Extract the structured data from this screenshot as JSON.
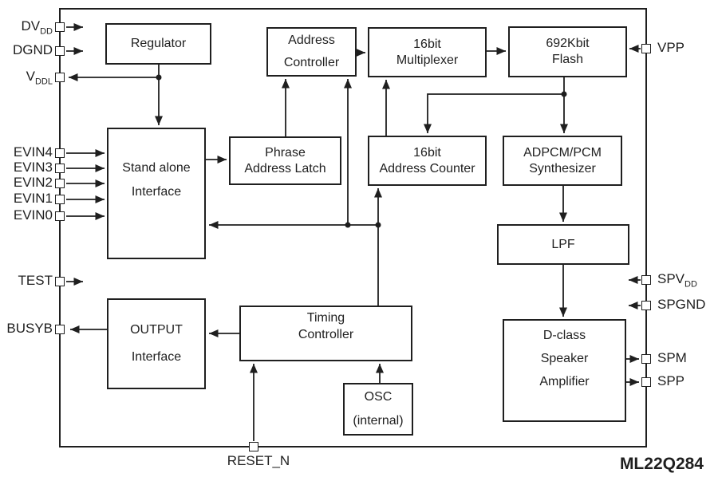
{
  "chip_label": "ML22Q284",
  "colors": {
    "line": "#1f1f1f",
    "background": "#ffffff"
  },
  "blocks": {
    "regulator": {
      "line1": "Regulator"
    },
    "address_controller": {
      "line1": "Address",
      "line2": "Controller"
    },
    "multiplexer_16bit": {
      "line1": "16bit",
      "line2": "Multiplexer"
    },
    "flash_692kbit": {
      "line1": "692Kbit",
      "line2": "Flash"
    },
    "standalone_interface": {
      "line1": "Stand alone",
      "line2": "Interface"
    },
    "phrase_address_latch": {
      "line1": "Phrase",
      "line2": "Address Latch"
    },
    "address_counter_16bit": {
      "line1": "16bit",
      "line2": "Address Counter"
    },
    "adpcm_pcm_synthesizer": {
      "line1": "ADPCM/PCM",
      "line2": "Synthesizer"
    },
    "lpf": {
      "line1": "LPF"
    },
    "output_interface": {
      "line1": "OUTPUT",
      "line2": "Interface"
    },
    "timing_controller": {
      "line1": "Timing",
      "line2": "Controller"
    },
    "osc_internal": {
      "line1": "OSC",
      "line2": "(internal)"
    },
    "dclass_speaker_amplifier": {
      "line1": "D-class",
      "line2": "Speaker",
      "line3": "Amplifier"
    }
  },
  "pins": {
    "dvdd": {
      "main": "DV",
      "sub": "DD"
    },
    "dgnd": {
      "main": "DGND",
      "sub": ""
    },
    "vddl": {
      "main": "V",
      "sub": "DDL"
    },
    "evin4": {
      "main": "EVIN4",
      "sub": ""
    },
    "evin3": {
      "main": "EVIN3",
      "sub": ""
    },
    "evin2": {
      "main": "EVIN2",
      "sub": ""
    },
    "evin1": {
      "main": "EVIN1",
      "sub": ""
    },
    "evin0": {
      "main": "EVIN0",
      "sub": ""
    },
    "test": {
      "main": "TEST",
      "sub": ""
    },
    "busyb": {
      "main": "BUSYB",
      "sub": ""
    },
    "vpp": {
      "main": "VPP",
      "sub": ""
    },
    "spvdd": {
      "main": "SPV",
      "sub": "DD"
    },
    "spgnd": {
      "main": "SPGND",
      "sub": ""
    },
    "spm": {
      "main": "SPM",
      "sub": ""
    },
    "spp": {
      "main": "SPP",
      "sub": ""
    },
    "reset_n": {
      "main": "RESET_N",
      "sub": ""
    }
  }
}
